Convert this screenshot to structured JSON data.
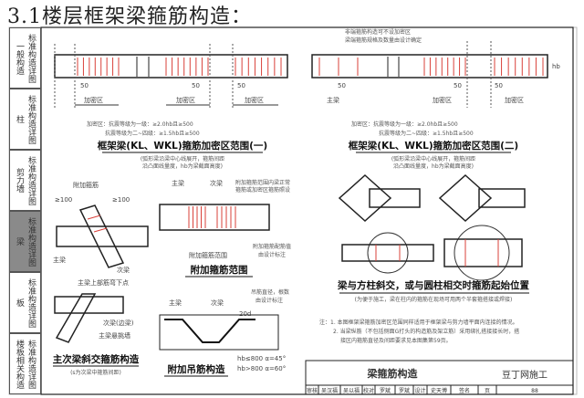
{
  "title": "3.1楼层框架梁箍筋构造：",
  "sidebar": [
    {
      "label": "一般构造",
      "sub": "标准构造详图",
      "active": false
    },
    {
      "label": "柱",
      "sub": "标准构造详图",
      "active": false
    },
    {
      "label": "剪力墙",
      "sub": "标准构造详图",
      "active": false
    },
    {
      "label": "梁",
      "sub": "标准构造详图",
      "active": true
    },
    {
      "label": "板",
      "sub": "标准构造详图",
      "active": false
    },
    {
      "label": "楼板相关构造",
      "sub": "标准构造详图",
      "active": false
    }
  ],
  "fig1": {
    "dim": "50",
    "zone": "加密区",
    "hb": "hb",
    "note1": "加密区：抗震等级为一级：≥2.0hb且≥500",
    "note2": "抗震等级为二~四级：≥1.5hb且≥500",
    "caption": "框架梁(KL、WKL)箍筋加密区范围(一)",
    "sub1": "(弧形梁沿梁中心线展开，箍筋间距",
    "sub2": "沿凸面线量度，hb为梁截面高度)"
  },
  "fig2": {
    "annot1": "非端箍筋构造可不设加密区",
    "annot2": "梁端箍筋规格及数量由设计确定",
    "main_beam": "主梁",
    "caption": "框架梁(KL、WKL)箍筋加密区范围(二)"
  },
  "fig3": {
    "extra_stirrup": "附加箍筋",
    "gt100": "≥100",
    "main_beam": "主梁",
    "sec_beam": "次梁",
    "top_bend": "主梁上部筋弯下点",
    "edge_beam": "次梁(边梁)",
    "wall": "主梁悬挑墙",
    "caption": "主次梁斜交箍筋构造",
    "sub": "(s为次梁中箍筋间距)"
  },
  "fig4": {
    "main_beam": "主梁",
    "sec_beam": "次梁",
    "note1": "附加箍筋范围内梁正常",
    "note2": "箍筋或加密区箍筋照设",
    "range": "附加箍筋范围",
    "note3": "附加箍筋配筋值",
    "note4": "由设计标注",
    "caption": "附加箍筋范围"
  },
  "fig5": {
    "main_beam": "主梁",
    "sec_beam": "次梁",
    "len": "20d",
    "note1": "吊筋直径，根数",
    "note2": "由设计标注",
    "f1": "hb≤800  α=45°",
    "f2": "hb>800  α=60°",
    "caption": "附加吊筋构造"
  },
  "fig6": {
    "caption": "梁与方柱斜交，或与圆柱相交时箍筋起始位置",
    "sub": "(为便于施工，梁在柱内的箍筋在现场可用两个半套箍搭接或焊接)"
  },
  "notes": [
    "注：1. 本图框架梁箍筋加密区范围同样适用于框架梁与剪力墙平面内连接的情况。",
    "2. 当梁纵筋（不包括侧面G打头的构造筋及架立筋）采用绑扎搭接接长时，搭",
    "接区内箍筋直径及间距要求见本图集第59页。"
  ],
  "titleblock": {
    "name": "梁箍筋构造",
    "row": [
      "审核",
      "吴汉福",
      "吴以福",
      "校对",
      "罗斌",
      "罗斌",
      "设计",
      "史天博",
      "签名",
      "页",
      "88"
    ],
    "watermark": "豆丁网施工"
  },
  "colors": {
    "stirrup": "#d9403a",
    "line": "#222",
    "active_side": "#8a8a8a"
  }
}
